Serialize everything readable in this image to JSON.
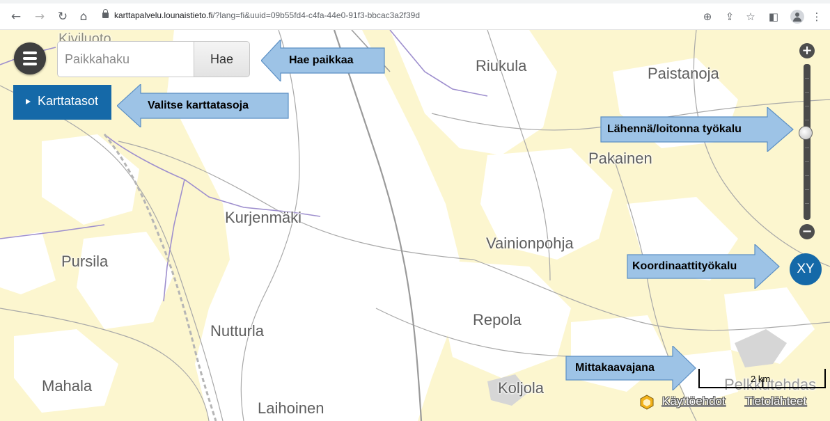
{
  "browser": {
    "url_host": "karttapalvelu.lounaistieto.fi",
    "url_rest": "/?lang=fi&uuid=09b55fd4-c4fa-44e0-91f3-bbcac3a2f39d",
    "icons": [
      "back-icon",
      "forward-icon",
      "reload-icon",
      "home-icon",
      "lock-icon",
      "zoom-icon",
      "share-icon",
      "star-icon",
      "sidebar-icon",
      "profile-icon",
      "menu-dots-icon"
    ]
  },
  "search": {
    "placeholder": "Paikkahaku",
    "value": "",
    "button_label": "Hae"
  },
  "layers": {
    "button_label": "Karttatasot"
  },
  "callouts": {
    "search": "Hae paikkaa",
    "layers": "Valitse karttatasoja",
    "zoom": "Lähennä/loitonna työkalu",
    "coordinate": "Koordinaattityökalu",
    "scale": "Mittakaavajana"
  },
  "map": {
    "places": [
      "Riukula",
      "Paistanoja",
      "Pakainen",
      "Kurjenmäki",
      "Vainionpohja",
      "Pursila",
      "Repola",
      "Nutturla",
      "Mahala",
      "Koljola",
      "Laihoinen",
      "Pelkkutehdas",
      "Kiviluoto"
    ]
  },
  "zoom": {
    "in_label": "+",
    "out_label": "−"
  },
  "xy": {
    "label": "XY"
  },
  "scale": {
    "label": "2 km"
  },
  "footer": {
    "terms": "Käyttöehdot",
    "sources": "Tietolähteet"
  },
  "colors": {
    "accent": "#1569a8",
    "callout": "#9dc3e6",
    "map_bg": "#fcf6cf"
  }
}
